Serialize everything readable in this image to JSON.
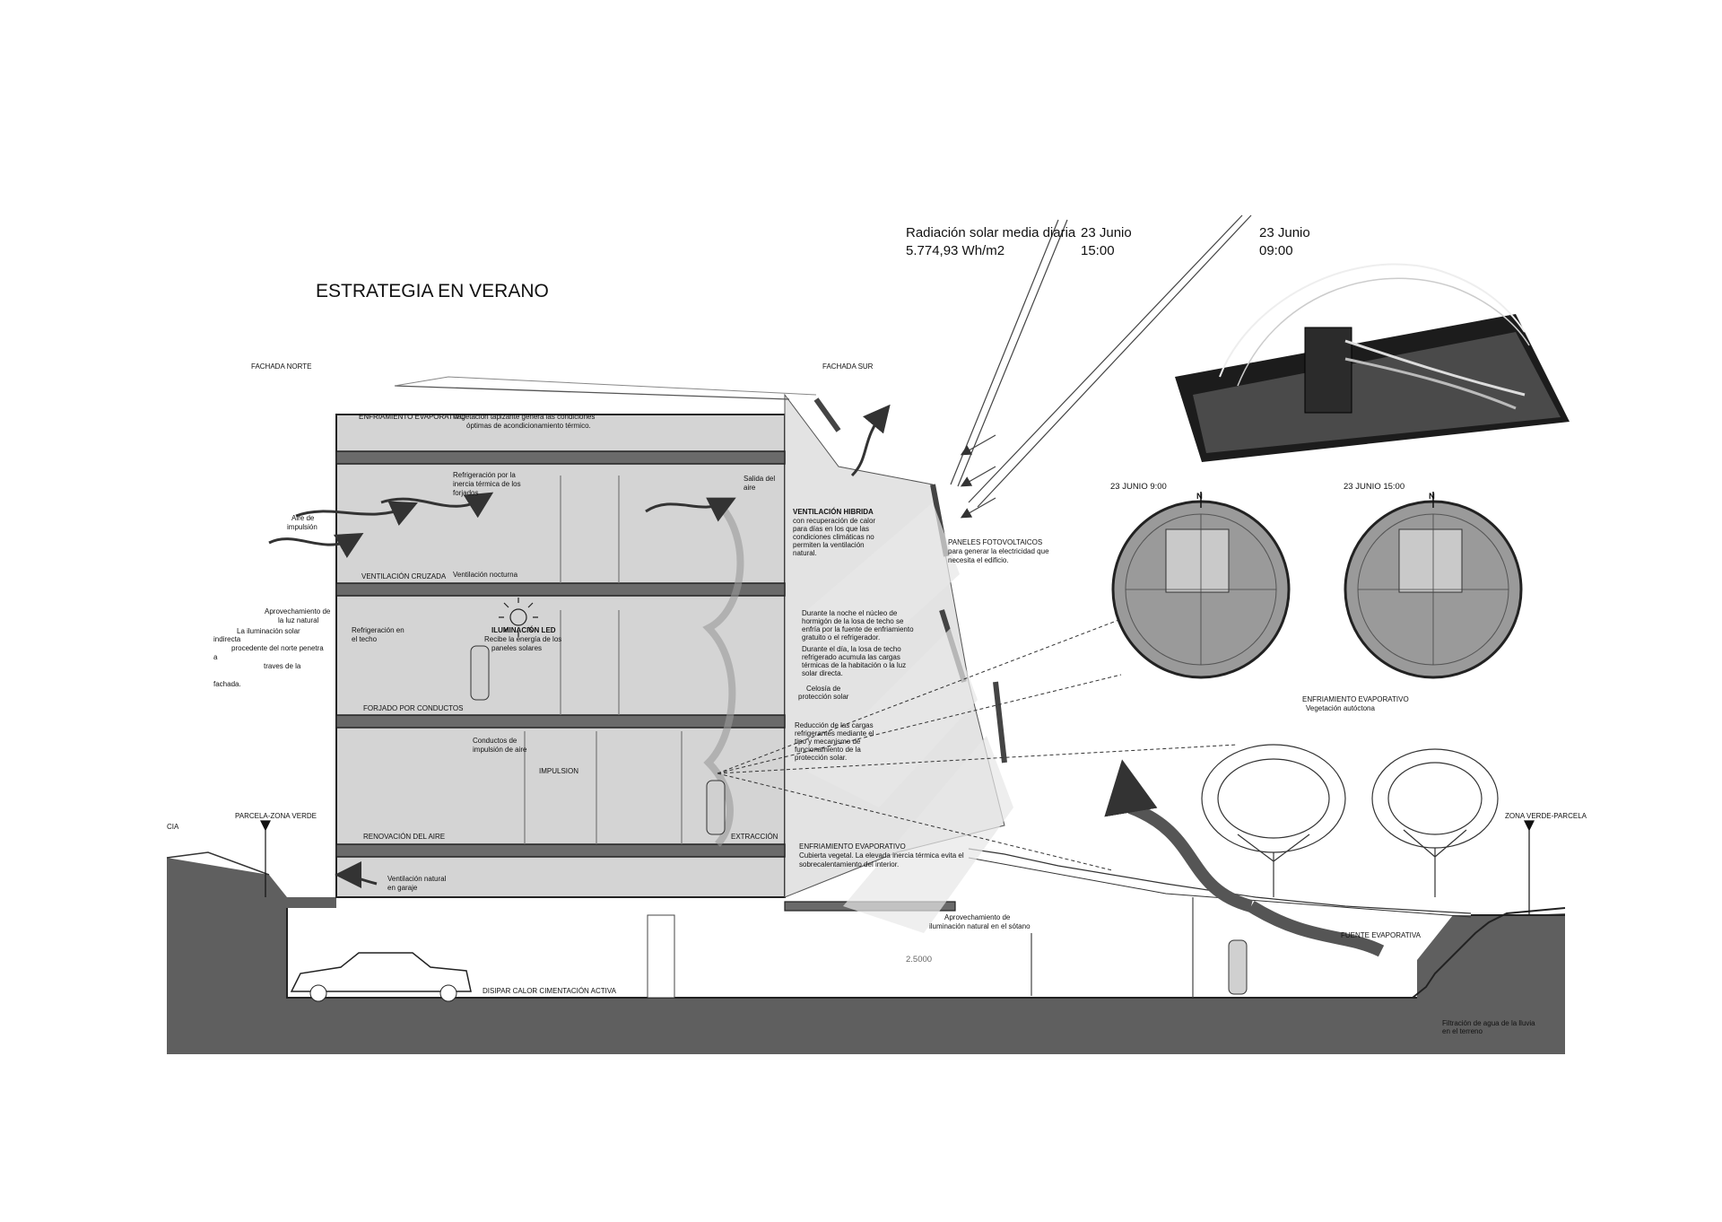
{
  "title": "ESTRATEGIA EN VERANO",
  "sun": {
    "radiation_line1": "Radiación solar media diaria",
    "radiation_line2": "5.774,93 Wh/m2",
    "pm_date": "23 Junio",
    "pm_time": "15:00",
    "am_date": "23 Junio",
    "am_time": "09:00"
  },
  "sundials": {
    "left_title": "23 JUNIO 9:00",
    "right_title": "23 JUNIO 15:00",
    "north": "N"
  },
  "labels": {
    "fachada_norte": "FACHADA NORTE",
    "fachada_sur": "FACHADA SUR",
    "enfriamiento_roof": "ENFRIAMIENTO EVAPORATIVO",
    "vegetacion_roof_1": "Vegetación  tapizante genera las condiciones",
    "vegetacion_roof_2": "óptimas de acondicionamiento térmico.",
    "refrigeracion_inercia_1": "Refrigeración por la",
    "refrigeracion_inercia_2": "inercia térmica de los",
    "refrigeracion_inercia_3": "forjados",
    "salida_aire_1": "Salida del",
    "salida_aire_2": "aire",
    "aire_impulsion_1": "Aire de",
    "aire_impulsion_2": "impulsión",
    "ventilacion_hibrida": "VENTILACIÓN HIBRIDA",
    "vh_1": "con recuperación de calor",
    "vh_2": "para días en los que las",
    "vh_3": "condiciones climáticas no",
    "vh_4": "permiten la ventilación",
    "vh_5": "natural.",
    "paneles_1": "PANELES  FOTOVOLTAICOS",
    "paneles_2": "para generar la electricidad que",
    "paneles_3": "necesita el edificio.",
    "ventilacion_cruzada": "VENTILACIÓN CRUZADA",
    "ventilacion_nocturna": "Ventilación nocturna",
    "aprovechamiento_1": "Aprovechamiento de",
    "aprovechamiento_2": "la luz natural",
    "iluminacion_solar_1": "La iluminación solar",
    "iluminacion_solar_2": "indirecta",
    "iluminacion_solar_3": "procedente del norte penetra",
    "iluminacion_solar_4": "a",
    "iluminacion_solar_5": "traves de la",
    "iluminacion_solar_6": "fachada.",
    "refrigeracion_techo_1": "Refrigeración en",
    "refrigeracion_techo_2": "el techo",
    "iluminacion_led": "ILUMINACIÓN LED",
    "iluminacion_led_1": "Recibe la energía de los",
    "iluminacion_led_2": "paneles solares",
    "noche_1": "Durante la noche el núcleo de",
    "noche_2": "hormigón de la losa de techo se",
    "noche_3": "enfría por la fuente de enfriamiento",
    "noche_4": "gratuito o el refrigerador.",
    "dia_1": "Durante el día, la losa de techo",
    "dia_2": "refrigerado acumula las cargas",
    "dia_3": "térmicas de la habitación o la luz",
    "dia_4": "solar directa.",
    "celosia_1": "Celosía de",
    "celosia_2": "protección solar",
    "forjado_conductos": "FORJADO POR CONDUCTOS",
    "conductos_1": "Conductos de",
    "conductos_2": "impulsión de aire",
    "impulsion": "IMPULSION",
    "reduccion_1": "Reducción de las cargas",
    "reduccion_2": "refrigerantes mediante el",
    "reduccion_3": "tipo y mecanismo de",
    "reduccion_4": "funcionamiento de la",
    "reduccion_5": "protección solar.",
    "enfriamiento_veg": "ENFRIAMIENTO EVAPORATIVO",
    "vegetacion_autoctona": "Vegetación autóctona",
    "parcela_left": "PARCELA-ZONA VERDE",
    "parcela_right": "ZONA VERDE-PARCELA",
    "cia": "CIA",
    "renovacion": "RENOVACIÓN DEL AIRE",
    "extraccion": "EXTRACCIÓN",
    "enfriamiento_cubierta": "ENFRIAMIENTO EVAPORATIVO",
    "cubierta_1": "Cubierta vegetal. La elevada inercia térmica evita el",
    "cubierta_2": "sobrecalentamiento del interior.",
    "ventilacion_garaje_1": "Ventilación natural",
    "ventilacion_garaje_2": "en garaje",
    "sotano_1": "Aprovechamiento de",
    "sotano_2": "iluminación natural en el sótano",
    "fuente": "FUENTE EVAPORATIVA",
    "cota": "2.5000",
    "disipar": "DISIPAR CALOR CIMENTACIÓN ACTIVA",
    "filtracion_1": "Filtración de agua de la lluvia",
    "filtracion_2": "en el terreno"
  },
  "colors": {
    "ink": "#111111",
    "ground": "#5f5f5f",
    "building_fill": "#d4d4d4",
    "slab": "#6a6a6a",
    "light_beam": "#e8e8e8",
    "sky_diagram": "#9a9a9a"
  }
}
